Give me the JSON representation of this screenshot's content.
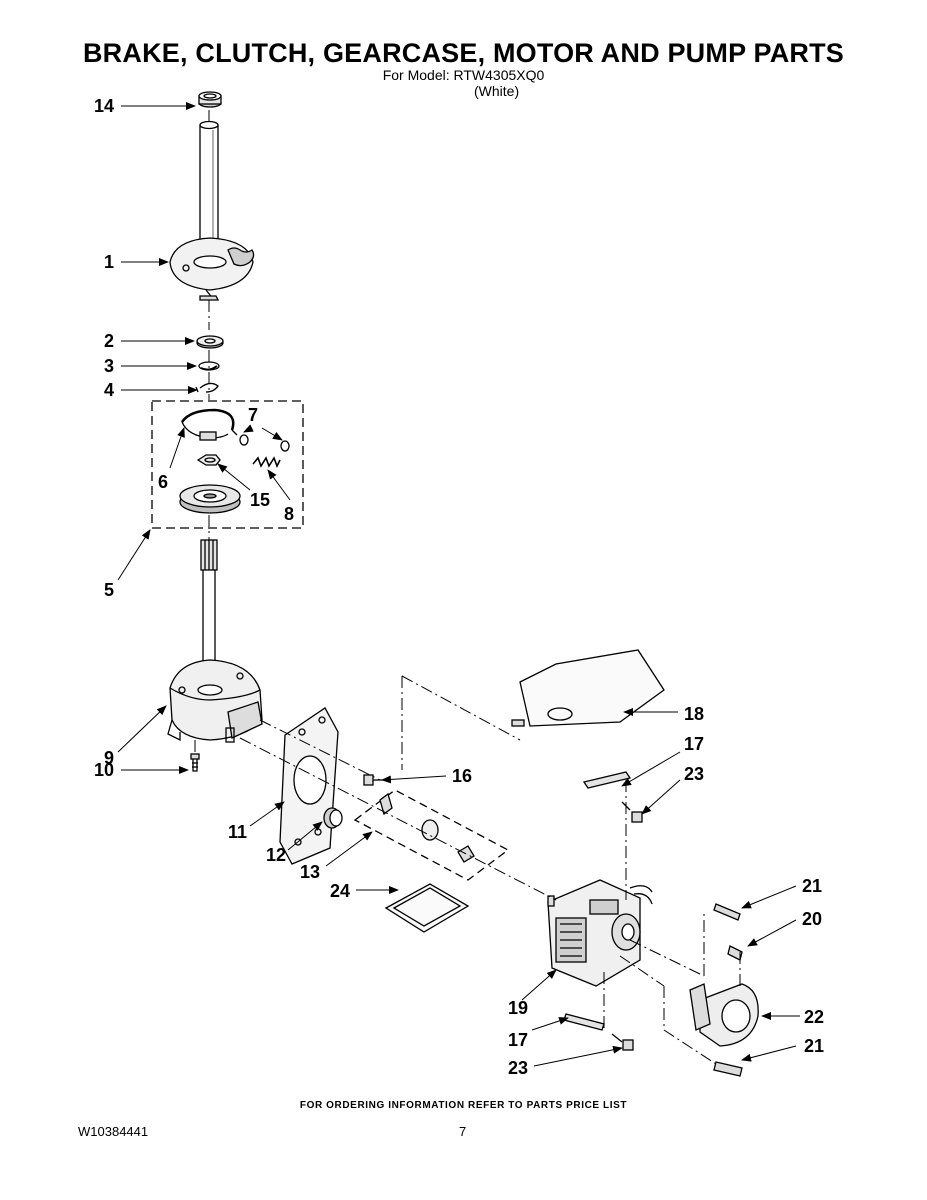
{
  "header": {
    "title": "BRAKE, CLUTCH, GEARCASE, MOTOR AND PUMP PARTS",
    "model_line": "For Model: RTW4305XQ0",
    "color_line": "(White)"
  },
  "footer": {
    "ordering_note": "FOR ORDERING INFORMATION REFER TO PARTS PRICE LIST",
    "document_number": "W10384441",
    "page_number": "7"
  },
  "callouts": {
    "c14": "14",
    "c1": "1",
    "c2": "2",
    "c3": "3",
    "c4": "4",
    "c7": "7",
    "c6": "6",
    "c15": "15",
    "c8": "8",
    "c5": "5",
    "c9": "9",
    "c10": "10",
    "c11": "11",
    "c12": "12",
    "c13": "13",
    "c16": "16",
    "c18": "18",
    "c17a": "17",
    "c23a": "23",
    "c24": "24",
    "c21a": "21",
    "c20": "20",
    "c19": "19",
    "c22": "22",
    "c17b": "17",
    "c21b": "21",
    "c23b": "23"
  }
}
